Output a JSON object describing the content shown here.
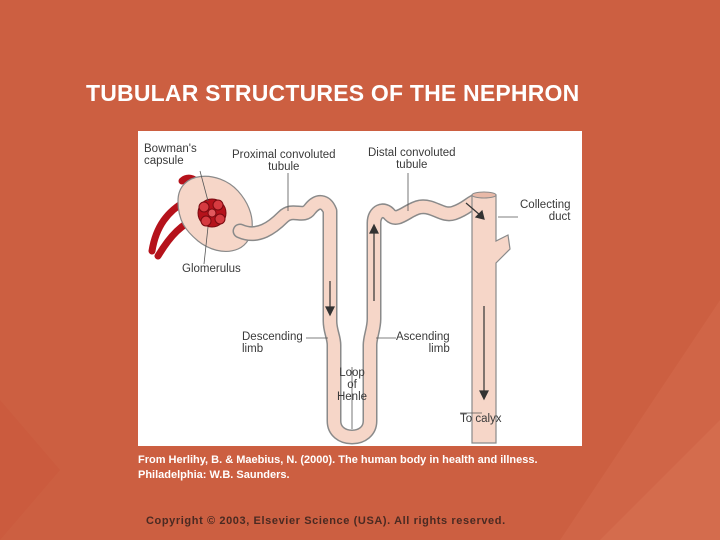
{
  "slide": {
    "title": "TUBULAR STRUCTURES OF THE NEPHRON",
    "caption_line1": "From Herlihy, B. & Maebius, N. (2000). The human body in health and illness.",
    "caption_line2": "Philadelphia: W.B. Saunders.",
    "copyright": "Copyright © 2003, Elsevier Science (USA). All rights reserved."
  },
  "diagram": {
    "labels": {
      "bowmans_capsule": [
        "Bowman's",
        "capsule"
      ],
      "proximal_tubule": [
        "Proximal convoluted",
        "tubule"
      ],
      "distal_tubule": [
        "Distal convoluted",
        "tubule"
      ],
      "collecting_duct": [
        "Collecting",
        "duct"
      ],
      "glomerulus": "Glomerulus",
      "descending_limb": [
        "Descending",
        "limb"
      ],
      "ascending_limb": [
        "Ascending",
        "limb"
      ],
      "loop_of_henle": [
        "Loop",
        "of",
        "Henle"
      ],
      "to_calyx": "To calyx"
    }
  },
  "colors": {
    "background": "#cc5f41",
    "tubule_fill": "#f6d6c8",
    "tubule_outline": "#8a8a8a",
    "vessel_red": "#b5121b",
    "text_white": "#ffffff"
  }
}
